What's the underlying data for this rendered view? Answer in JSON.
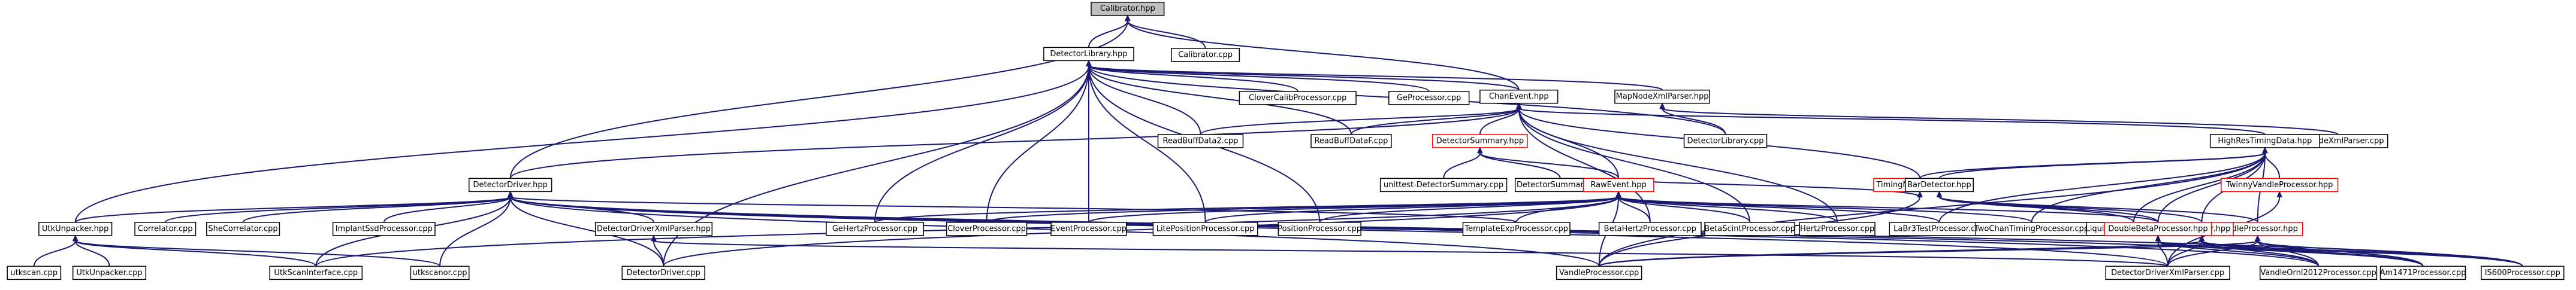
{
  "diagram": {
    "nodes": [
      {
        "id": "calibrator_hpp",
        "label": "Calibrator.hpp",
        "style": "root"
      },
      {
        "id": "calibrator_cpp",
        "label": "Calibrator.cpp"
      },
      {
        "id": "detectorlibrary_hpp",
        "label": "DetectorLibrary.hpp"
      },
      {
        "id": "clovercalib",
        "label": "CloverCalibProcessor.cpp"
      },
      {
        "id": "ge_proc",
        "label": "GeProcessor.cpp"
      },
      {
        "id": "chanevent_hpp",
        "label": "ChanEvent.hpp"
      },
      {
        "id": "mapnodexmlparser_hpp",
        "label": "MapNodeXmlParser.hpp"
      },
      {
        "id": "mapnodexmlparser_cpp",
        "label": "MapNodeXmlParser.cpp"
      },
      {
        "id": "detectorlibrary_cpp",
        "label": "DetectorLibrary.cpp"
      },
      {
        "id": "readbuffdata2",
        "label": "ReadBuffData2.cpp"
      },
      {
        "id": "readbuffdataf",
        "label": "ReadBuffDataF.cpp"
      },
      {
        "id": "detectorsummary_hpp",
        "label": "DetectorSummary.hpp",
        "style": "red"
      },
      {
        "id": "highrestiming_hpp",
        "label": "HighResTimingData.hpp"
      },
      {
        "id": "detectordriver_hpp",
        "label": "DetectorDriver.hpp"
      },
      {
        "id": "unittest_ds",
        "label": "unittest-DetectorSummary.cpp"
      },
      {
        "id": "detectorsummary_cpp",
        "label": "DetectorSummary.cpp"
      },
      {
        "id": "timingmapbuilder_hpp",
        "label": "TimingMapBuilder.hpp",
        "style": "red"
      },
      {
        "id": "twinnyvandle",
        "label": "TwinnyVandleProcessor.hpp",
        "style": "red"
      },
      {
        "id": "bardetector_hpp",
        "label": "BarDetector.hpp"
      },
      {
        "id": "rawevent_hpp",
        "label": "RawEvent.hpp",
        "style": "red"
      },
      {
        "id": "utkunpacker_hpp",
        "label": "UtkUnpacker.hpp"
      },
      {
        "id": "correlator",
        "label": "Correlator.cpp"
      },
      {
        "id": "ssecorrelator",
        "label": "SheCorrelator.cpp"
      },
      {
        "id": "implantssd",
        "label": "ImplantSsdProcessor.cpp"
      },
      {
        "id": "ddxml_hpp",
        "label": "DetectorDriverXmlParser.hpp"
      },
      {
        "id": "gehertz",
        "label": "GeHertzProcessor.cpp"
      },
      {
        "id": "clover_proc",
        "label": "CloverProcessor.cpp"
      },
      {
        "id": "event_proc",
        "label": "EventProcessor.cpp"
      },
      {
        "id": "litepos",
        "label": "LitePositionProcessor.cpp"
      },
      {
        "id": "position_proc",
        "label": "PositionProcessor.cpp"
      },
      {
        "id": "templateexp",
        "label": "TemplateExpProcessor.cpp"
      },
      {
        "id": "betahertz",
        "label": "BetaHertzProcessor.cpp"
      },
      {
        "id": "betascint",
        "label": "BetaScintProcessor.cpp"
      },
      {
        "id": "hertz_proc",
        "label": "HertzProcessor.cpp"
      },
      {
        "id": "labr3test",
        "label": "LaBr3TestProcessor.cpp"
      },
      {
        "id": "twochan",
        "label": "TwoChanTimingProcessor.cpp"
      },
      {
        "id": "vandle_hpp",
        "label": "VandleProcessor.hpp",
        "style": "red"
      },
      {
        "id": "barbuilder_hpp",
        "label": "BarBuilder.hpp",
        "style": "red"
      },
      {
        "id": "liquidscint",
        "label": "LiquidScintProcessor.cpp"
      },
      {
        "id": "doublebeta_hpp",
        "label": "DoubleBetaProcessor.hpp",
        "style": "red"
      },
      {
        "id": "utkscan_cpp",
        "label": "utkscan.cpp"
      },
      {
        "id": "utkunpacker_cpp",
        "label": "UtkUnpacker.cpp"
      },
      {
        "id": "utkscaninterface",
        "label": "UtkScanInterface.cpp"
      },
      {
        "id": "utkscanor",
        "label": "utkscanor.cpp"
      },
      {
        "id": "detectordriver_cpp",
        "label": "DetectorDriver.cpp"
      },
      {
        "id": "vandle_cpp",
        "label": "VandleProcessor.cpp"
      },
      {
        "id": "ddxml_cpp",
        "label": "DetectorDriverXmlParser.cpp"
      },
      {
        "id": "vandleornl",
        "label": "VandleOrnl2012Processor.cpp"
      },
      {
        "id": "am1471",
        "label": "Am1471Processor.cpp"
      },
      {
        "id": "is600",
        "label": "IS600Processor.cpp"
      }
    ],
    "edges": [
      [
        "calibrator_hpp",
        "detectorlibrary_hpp"
      ],
      [
        "calibrator_hpp",
        "calibrator_cpp"
      ],
      [
        "calibrator_hpp",
        "detectordriver_hpp"
      ],
      [
        "calibrator_hpp",
        "chanevent_hpp"
      ],
      [
        "detectorlibrary_hpp",
        "clovercalib"
      ],
      [
        "detectorlibrary_hpp",
        "ge_proc"
      ],
      [
        "detectorlibrary_hpp",
        "chanevent_hpp"
      ],
      [
        "detectorlibrary_hpp",
        "mapnodexmlparser_hpp"
      ],
      [
        "detectorlibrary_hpp",
        "detectorlibrary_cpp"
      ],
      [
        "detectorlibrary_hpp",
        "readbuffdata2"
      ],
      [
        "detectorlibrary_hpp",
        "readbuffdataf"
      ],
      [
        "detectorlibrary_hpp",
        "utkunpacker_hpp"
      ],
      [
        "detectorlibrary_hpp",
        "gehertz"
      ],
      [
        "detectorlibrary_hpp",
        "clover_proc"
      ],
      [
        "detectorlibrary_hpp",
        "event_proc"
      ],
      [
        "detectorlibrary_hpp",
        "litepos"
      ],
      [
        "detectorlibrary_hpp",
        "position_proc"
      ],
      [
        "detectorlibrary_hpp",
        "detectordriver_cpp"
      ],
      [
        "mapnodexmlparser_hpp",
        "mapnodexmlparser_cpp"
      ],
      [
        "mapnodexmlparser_hpp",
        "detectorlibrary_cpp"
      ],
      [
        "chanevent_hpp",
        "readbuffdata2"
      ],
      [
        "chanevent_hpp",
        "readbuffdataf"
      ],
      [
        "chanevent_hpp",
        "detectorsummary_hpp"
      ],
      [
        "chanevent_hpp",
        "rawevent_hpp"
      ],
      [
        "chanevent_hpp",
        "detectordriver_hpp"
      ],
      [
        "chanevent_hpp",
        "highrestiming_hpp"
      ],
      [
        "chanevent_hpp",
        "timingmapbuilder_hpp"
      ],
      [
        "chanevent_hpp",
        "betahertz"
      ],
      [
        "chanevent_hpp",
        "betascint"
      ],
      [
        "chanevent_hpp",
        "hertz_proc"
      ],
      [
        "detectorsummary_hpp",
        "unittest_ds"
      ],
      [
        "detectorsummary_hpp",
        "detectorsummary_cpp"
      ],
      [
        "detectorsummary_hpp",
        "rawevent_hpp"
      ],
      [
        "highrestiming_hpp",
        "timingmapbuilder_hpp"
      ],
      [
        "highrestiming_hpp",
        "twinnyvandle"
      ],
      [
        "highrestiming_hpp",
        "bardetector_hpp"
      ],
      [
        "highrestiming_hpp",
        "labr3test"
      ],
      [
        "highrestiming_hpp",
        "twochan"
      ],
      [
        "highrestiming_hpp",
        "vandle_hpp"
      ],
      [
        "highrestiming_hpp",
        "barbuilder_hpp"
      ],
      [
        "highrestiming_hpp",
        "liquidscint"
      ],
      [
        "highrestiming_hpp",
        "doublebeta_hpp"
      ],
      [
        "highrestiming_hpp",
        "vandle_cpp"
      ],
      [
        "timingmapbuilder_hpp",
        "rawevent_hpp"
      ],
      [
        "timingmapbuilder_hpp",
        "vandle_cpp"
      ],
      [
        "twinnyvandle",
        "ddxml_cpp"
      ],
      [
        "bardetector_hpp",
        "vandle_hpp"
      ],
      [
        "bardetector_hpp",
        "barbuilder_hpp"
      ],
      [
        "bardetector_hpp",
        "liquidscint"
      ],
      [
        "bardetector_hpp",
        "doublebeta_hpp"
      ],
      [
        "detectordriver_hpp",
        "utkunpacker_hpp"
      ],
      [
        "detectordriver_hpp",
        "correlator"
      ],
      [
        "detectordriver_hpp",
        "ssecorrelator"
      ],
      [
        "detectordriver_hpp",
        "implantssd"
      ],
      [
        "detectordriver_hpp",
        "ddxml_hpp"
      ],
      [
        "detectordriver_hpp",
        "utkscaninterface"
      ],
      [
        "detectordriver_hpp",
        "utkscanor"
      ],
      [
        "detectordriver_hpp",
        "detectordriver_cpp"
      ],
      [
        "detectordriver_hpp",
        "templateexp"
      ],
      [
        "detectordriver_hpp",
        "vandle_cpp"
      ],
      [
        "detectordriver_hpp",
        "ddxml_cpp"
      ],
      [
        "detectordriver_hpp",
        "vandleornl"
      ],
      [
        "detectordriver_hpp",
        "am1471"
      ],
      [
        "detectordriver_hpp",
        "is600"
      ],
      [
        "rawevent_hpp",
        "gehertz"
      ],
      [
        "rawevent_hpp",
        "clover_proc"
      ],
      [
        "rawevent_hpp",
        "event_proc"
      ],
      [
        "rawevent_hpp",
        "litepos"
      ],
      [
        "rawevent_hpp",
        "position_proc"
      ],
      [
        "rawevent_hpp",
        "templateexp"
      ],
      [
        "rawevent_hpp",
        "betahertz"
      ],
      [
        "rawevent_hpp",
        "betascint"
      ],
      [
        "rawevent_hpp",
        "hertz_proc"
      ],
      [
        "rawevent_hpp",
        "labr3test"
      ],
      [
        "rawevent_hpp",
        "twochan"
      ],
      [
        "rawevent_hpp",
        "doublebeta_hpp"
      ],
      [
        "rawevent_hpp",
        "utkscaninterface"
      ],
      [
        "rawevent_hpp",
        "detectordriver_cpp"
      ],
      [
        "rawevent_hpp",
        "vandle_cpp"
      ],
      [
        "utkunpacker_hpp",
        "utkscan_cpp"
      ],
      [
        "utkunpacker_hpp",
        "utkunpacker_cpp"
      ],
      [
        "utkunpacker_hpp",
        "utkscaninterface"
      ],
      [
        "utkunpacker_hpp",
        "utkscanor"
      ],
      [
        "ddxml_hpp",
        "detectordriver_cpp"
      ],
      [
        "ddxml_hpp",
        "ddxml_cpp"
      ],
      [
        "vandle_hpp",
        "vandle_cpp"
      ],
      [
        "vandle_hpp",
        "vandleornl"
      ],
      [
        "vandle_hpp",
        "am1471"
      ],
      [
        "vandle_hpp",
        "is600"
      ],
      [
        "vandle_hpp",
        "ddxml_cpp"
      ],
      [
        "barbuilder_hpp",
        "vandle_cpp"
      ],
      [
        "barbuilder_hpp",
        "vandleornl"
      ],
      [
        "barbuilder_hpp",
        "am1471"
      ],
      [
        "barbuilder_hpp",
        "is600"
      ],
      [
        "barbuilder_hpp",
        "ddxml_cpp"
      ],
      [
        "doublebeta_hpp",
        "vandleornl"
      ],
      [
        "doublebeta_hpp",
        "am1471"
      ],
      [
        "doublebeta_hpp",
        "is600"
      ],
      [
        "doublebeta_hpp",
        "ddxml_cpp"
      ]
    ]
  }
}
